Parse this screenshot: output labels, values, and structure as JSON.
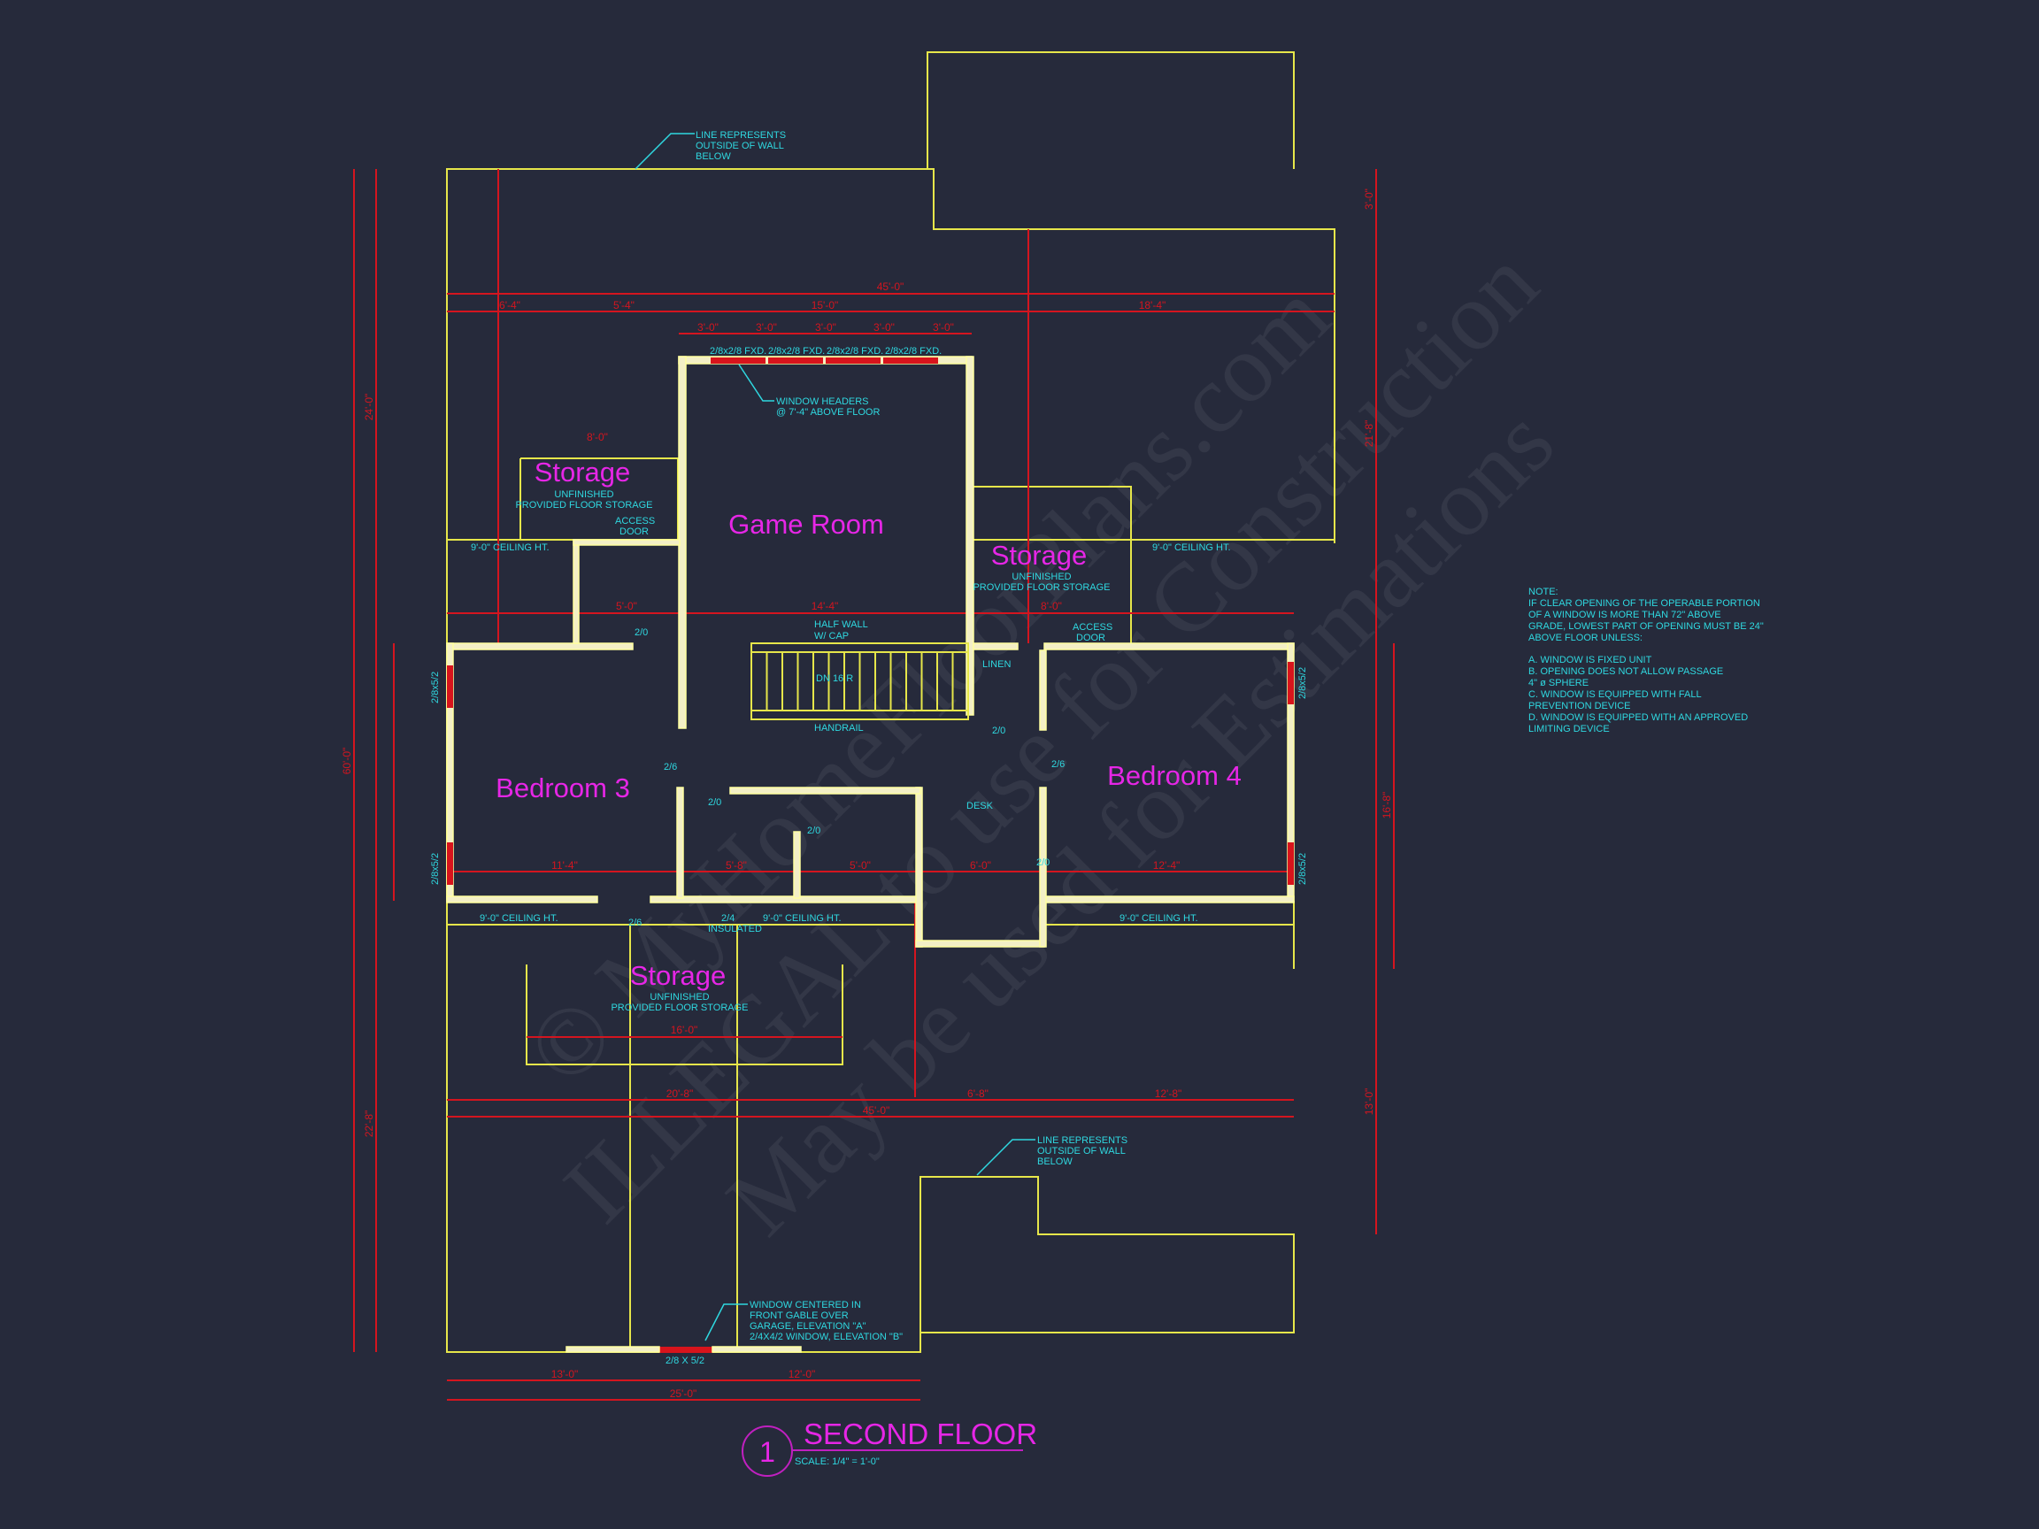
{
  "title": {
    "number": "1",
    "name": "SECOND FLOOR",
    "scale": "SCALE: 1/4\" = 1'-0\""
  },
  "rooms": {
    "storage_nw": {
      "name": "Storage",
      "sub": "UNFINISHED",
      "sub2": "PROVIDED FLOOR STORAGE"
    },
    "game_room": {
      "name": "Game Room"
    },
    "storage_ne": {
      "name": "Storage",
      "sub": "UNFINISHED",
      "sub2": "PROVIDED FLOOR STORAGE"
    },
    "bedroom3": {
      "name": "Bedroom 3"
    },
    "bedroom4": {
      "name": "Bedroom 4"
    },
    "storage_s": {
      "name": "Storage",
      "sub": "UNFINISHED",
      "sub2": "PROVIDED FLOOR STORAGE"
    }
  },
  "labels": {
    "line_rep_top": [
      "LINE REPRESENTS",
      "OUTSIDE OF WALL",
      "BELOW"
    ],
    "line_rep_bottom": [
      "LINE REPRESENTS",
      "OUTSIDE OF WALL",
      "BELOW"
    ],
    "window_headers": [
      "WINDOW HEADERS",
      "@ 7'-4\" ABOVE FLOOR"
    ],
    "window_centered": [
      "WINDOW CENTERED IN",
      "FRONT GABLE OVER",
      "GARAGE, ELEVATION \"A\"",
      "2/4X4/2 WINDOW, ELEVATION \"B\""
    ],
    "access_door": [
      "ACCESS",
      "DOOR"
    ],
    "half_wall": [
      "HALF WALL",
      "W/ CAP"
    ],
    "stairs": "DN 16 R",
    "handrail": "HANDRAIL",
    "linen": "LINEN",
    "desk": "DESK",
    "ceiling": "9'-0\" CEILING HT.",
    "insulated": [
      "2/4",
      "INSULATED"
    ],
    "windows_top": [
      "2/8x2/8 FXD.",
      "2/8x2/8 FXD.",
      "2/8x2/8 FXD.",
      "2/8x2/8 FXD."
    ],
    "window_side": "2/8x5/2",
    "window_front": "2/8 X 5/2",
    "doors": [
      "2/0",
      "2/6",
      "2/0",
      "2/0",
      "2/0",
      "2/6",
      "2/0",
      "2/6"
    ]
  },
  "note": {
    "head": "NOTE:",
    "body": [
      "IF CLEAR OPENING OF THE OPERABLE PORTION",
      "OF A WINDOW IS MORE THAN 72\" ABOVE",
      "GRADE, LOWEST PART OF OPENING MUST BE 24\"",
      "ABOVE FLOOR UNLESS:"
    ],
    "items": [
      "A.  WINDOW IS FIXED UNIT",
      "B.  OPENING DOES NOT ALLOW PASSAGE",
      "      4\" ø SPHERE",
      "C.  WINDOW IS EQUIPPED WITH FALL",
      "      PREVENTION DEVICE",
      "D.  WINDOW IS EQUIPPED WITH AN APPROVED",
      "      LIMITING DEVICE"
    ]
  },
  "dimensions": {
    "top_overall": "45'-0\"",
    "top_segments": [
      "6'-4\"",
      "5'-4\"",
      "15'-0\"",
      "18'-4\""
    ],
    "window_spacing": [
      "3'-0\"",
      "3'-0\"",
      "3'-0\"",
      "3'-0\"",
      "3'-0\""
    ],
    "storage_nw_w": "8'-0\"",
    "game_room_w": "14'-4\"",
    "storage_ne_w": "8'-0\"",
    "hall": "5'-0\"",
    "bed3_w": "11'-4\"",
    "bath_w": "5'-8\"",
    "bath2_w": "5'-0\"",
    "closet_w": "6'-0\"",
    "bed4_w": "12'-4\"",
    "storage_s_w": "16'-0\"",
    "lower_overall": "45'-0\"",
    "lower_segments": [
      "20'-8\"",
      "6'-8\"",
      "12'-8\""
    ],
    "bottom_segments": [
      "13'-0\"",
      "12'-0\""
    ],
    "bottom_overall": "25'-0\"",
    "left_overall": "60'-0\"",
    "left_segments": [
      "24'-0\"",
      "22'-8\""
    ],
    "right_segments": [
      "3'-0\"",
      "21'-8\"",
      "16'-8\"",
      "13'-0\""
    ]
  },
  "watermark": [
    "© MyHomeFloorPlans.com",
    "ILLEGAL to use for Construction",
    "May be used for Estimations"
  ],
  "colors": {
    "background": "#262a3b",
    "walls": "#f3efc6",
    "lines": "#e6e64a",
    "dimensions": "#d4151f",
    "notes": "#2fd8e0",
    "room_labels": "#e626e6"
  }
}
